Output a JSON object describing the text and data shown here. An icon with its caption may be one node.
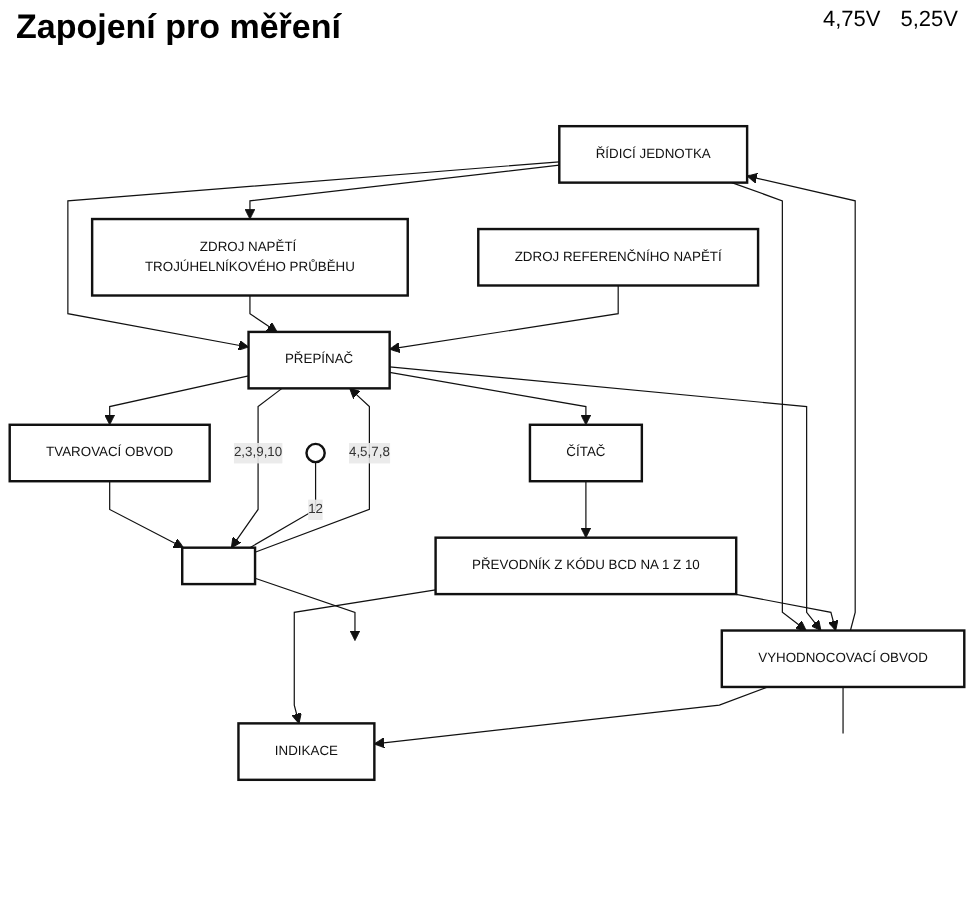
{
  "diagram": {
    "title": "Zapojení pro měření",
    "nodes": [
      {
        "text": [
          "ŘÍDICÍ JEDNOTKA"
        ]
      },
      {
        "text": [
          "TVAROVACÍ OBVOD"
        ]
      },
      {
        "text": [
          "ZDROJ NAPĚTÍ TROJÚHELNÍKOVÉHO PRŮBĚHU"
        ]
      },
      {
        "text": [
          "PŘEPÍNAČ"
        ]
      },
      {
        "text": [],
        "shape": "box"
      },
      {
        "text": [
          "ZDROJ REFERENČNÍHO NAPĚTÍ"
        ]
      },
      {
        "text": [
          "ČÍTAČ"
        ]
      },
      {
        "text": [
          "PŘEVODNÍK Z KÓDU BCD NA 1 Z 10"
        ]
      },
      {
        "text": [
          "VYHODNOCOVACÍ OBVOD"
        ]
      },
      {
        "text": [
          "INDIKACE"
        ]
      },
      {
        "text": [],
        "shape": "switch"
      }
    ],
    "edges": [
      {
        "from": 0,
        "to": 2,
        "arrow": "to"
      },
      {
        "from": 0,
        "to": 3,
        "arrow": "to"
      },
      {
        "from": 0,
        "to": 8,
        "arrow": "to"
      },
      {
        "from": 8,
        "to": 0,
        "arrow": "to"
      },
      {
        "from": 3,
        "to": 1,
        "arrow": "to"
      },
      {
        "from": 1,
        "to": 4,
        "arrow": "to"
      },
      {
        "from": 2,
        "to": 3,
        "arrow": "to"
      },
      {
        "from": 3,
        "to": 4,
        "label": "2,3,9,10",
        "arrow": "to"
      },
      {
        "from": 4,
        "to": 3,
        "label": "4,5,7,8",
        "arrow": "to"
      },
      {
        "from": 4,
        "to": null,
        "arrow": "to"
      },
      {
        "from": 10,
        "to": 4,
        "label": "12",
        "arrow": "none"
      },
      {
        "from": 5,
        "to": 3,
        "arrow": "to"
      },
      {
        "from": 3,
        "to": 8,
        "arrow": "to"
      },
      {
        "from": 3,
        "to": 6,
        "arrow": "to"
      },
      {
        "from": 6,
        "to": 7,
        "arrow": "to"
      },
      {
        "from": 7,
        "to": 8,
        "arrow": "to"
      },
      {
        "from": 7,
        "to": 9,
        "arrow": "to"
      },
      {
        "from": 8,
        "to": 9,
        "arrow": "to"
      },
      {
        "from": 8,
        "to": null,
        "arrow": "none"
      }
    ],
    "labels": [
      "4,75V",
      "5,25V"
    ]
  }
}
